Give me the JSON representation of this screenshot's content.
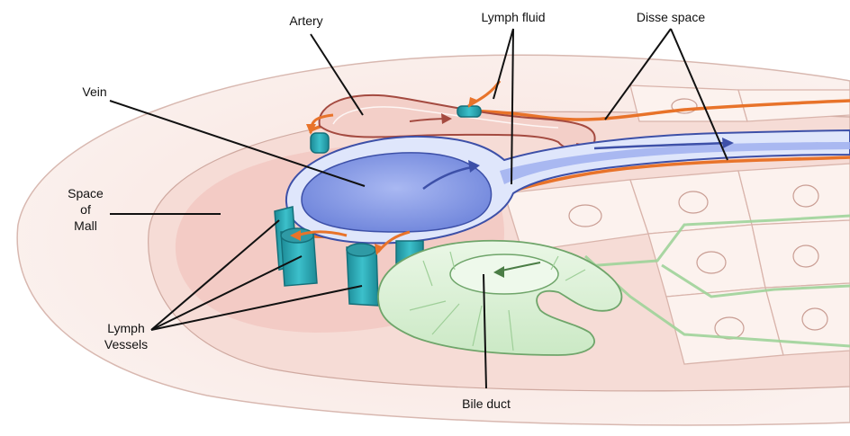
{
  "labels": {
    "artery": "Artery",
    "lymph_fluid": "Lymph fluid",
    "disse_space": "Disse space",
    "vein": "Vein",
    "space_of_mall_1": "Space",
    "space_of_mall_2": "of",
    "space_of_mall_3": "Mall",
    "lymph_vessels_1": "Lymph",
    "lymph_vessels_2": "Vessels",
    "bile_duct": "Bile duct"
  },
  "colors": {
    "tissue_outer": "#f9ece8",
    "tissue_mid": "#f6dcd6",
    "space_of_mall": "#f3cfc9",
    "artery": "#f1c9c2",
    "artery_stroke": "#a44a40",
    "vein": "#8fa2e8",
    "vein_light": "#c5d2f7",
    "vein_stroke": "#3d50a8",
    "lymph": "#2aa7b3",
    "lymph_dark": "#1a7580",
    "bile_duct": "#d9f0d5",
    "bile_stroke": "#6fa56a",
    "disse": "#e8732a",
    "hepatocyte": "#fbeee9",
    "leader": "#111111"
  }
}
